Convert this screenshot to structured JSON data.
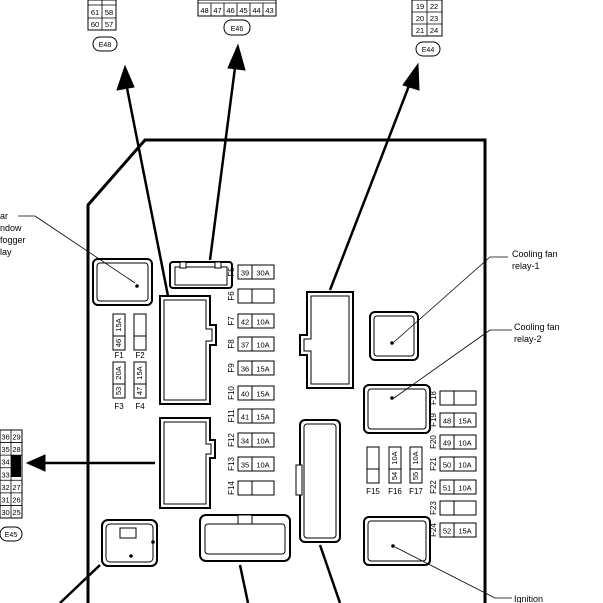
{
  "connectors": {
    "e48": {
      "label": "E48",
      "rows": [
        [
          "61",
          "58"
        ],
        [
          "60",
          "57"
        ]
      ]
    },
    "e46": {
      "label": "E46",
      "pins": [
        "48",
        "47",
        "46",
        "45",
        "44",
        "43"
      ]
    },
    "e44": {
      "label": "E44",
      "rows": [
        [
          "19",
          "22"
        ],
        [
          "20",
          "23"
        ],
        [
          "21",
          "24"
        ]
      ]
    },
    "e45": {
      "label": "E45",
      "rows": [
        [
          "36",
          "29"
        ],
        [
          "35",
          "28"
        ],
        [
          "34",
          ""
        ],
        [
          "33",
          ""
        ],
        [
          "32",
          "27"
        ],
        [
          "31",
          "26"
        ],
        [
          "30",
          "25"
        ]
      ]
    }
  },
  "callouts": {
    "rear_window_defogger": [
      "ar",
      "ndow",
      "fogger",
      "lay"
    ],
    "cooling_fan_relay_1": [
      "Cooling fan",
      "relay-1"
    ],
    "cooling_fan_relay_2": [
      "Cooling fan",
      "relay-2"
    ],
    "ignition": "Ignition"
  },
  "fuses_center": [
    {
      "id": "F5",
      "pin": "39",
      "amp": "30A"
    },
    {
      "id": "F6",
      "pin": "",
      "amp": ""
    },
    {
      "id": "F7",
      "pin": "42",
      "amp": "10A"
    },
    {
      "id": "F8",
      "pin": "37",
      "amp": "10A"
    },
    {
      "id": "F9",
      "pin": "36",
      "amp": "15A"
    },
    {
      "id": "F10",
      "pin": "40",
      "amp": "15A"
    },
    {
      "id": "F11",
      "pin": "41",
      "amp": "15A"
    },
    {
      "id": "F12",
      "pin": "34",
      "amp": "10A"
    },
    {
      "id": "F13",
      "pin": "35",
      "amp": "10A"
    },
    {
      "id": "F14",
      "pin": "",
      "amp": ""
    }
  ],
  "fuses_left": [
    {
      "id": "F1",
      "pin": "46",
      "amp": "15A"
    },
    {
      "id": "F2",
      "pin": "",
      "amp": ""
    },
    {
      "id": "F3",
      "pin": "53",
      "amp": "20A"
    },
    {
      "id": "F4",
      "pin": "47",
      "amp": "15A"
    }
  ],
  "fuses_bottom": [
    {
      "id": "F15",
      "pin": "",
      "amp": ""
    },
    {
      "id": "F16",
      "pin": "54",
      "amp": "10A"
    },
    {
      "id": "F17",
      "pin": "55",
      "amp": "10A"
    }
  ],
  "fuses_right": [
    {
      "id": "F18",
      "pin": "",
      "amp": ""
    },
    {
      "id": "F19",
      "pin": "48",
      "amp": "15A"
    },
    {
      "id": "F20",
      "pin": "49",
      "amp": "10A"
    },
    {
      "id": "F21",
      "pin": "50",
      "amp": "10A"
    },
    {
      "id": "F22",
      "pin": "51",
      "amp": "10A"
    },
    {
      "id": "F23",
      "pin": "",
      "amp": ""
    },
    {
      "id": "F24",
      "pin": "52",
      "amp": "15A"
    }
  ]
}
